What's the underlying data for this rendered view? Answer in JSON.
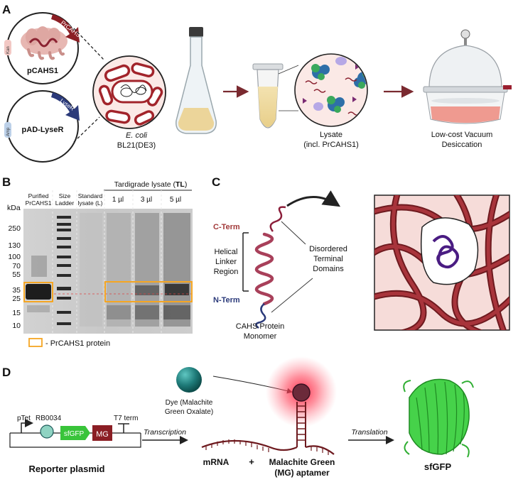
{
  "panels": {
    "a": {
      "letter": "A",
      "plasmid1": {
        "name": "pCAHS1",
        "gene": "PrCAHS1",
        "marker": "Kan"
      },
      "plasmid2": {
        "name": "pAD-LyseR",
        "gene": "LyseR",
        "marker": "Amp"
      },
      "ecoli": {
        "species": "E. coli",
        "strain": "BL21(DE3)"
      },
      "lysate": {
        "line1": "Lysate",
        "line2": "(incl. PrCAHS1)"
      },
      "desiccation": {
        "line1": "Low-cost Vacuum",
        "line2": "Desiccation"
      }
    },
    "b": {
      "letter": "B",
      "group_header_pre": "Tardigrade lysate (",
      "group_header_bold": "TL",
      "group_header_post": ")",
      "lanes": {
        "purified": {
          "line1": "Purified",
          "line2": "PrCAHS1"
        },
        "ladder": {
          "line1": "Size",
          "line2": "Ladder"
        },
        "standard": {
          "line1": "Standard",
          "line2": "lysate (L)"
        },
        "tl1": "1 µl",
        "tl3": "3 µl",
        "tl5": "5 µl"
      },
      "kda_label": "kDa",
      "markers": [
        "250",
        "130",
        "100",
        "70",
        "55",
        "35",
        "25",
        "15",
        "10"
      ],
      "legend": "-  PrCAHS1 protein"
    },
    "c": {
      "letter": "C",
      "c_term": "C-Term",
      "n_term": "N-Term",
      "helical": {
        "line1": "Helical",
        "line2": "Linker",
        "line3": "Region"
      },
      "disordered": {
        "line1": "Disordered",
        "line2": "Terminal",
        "line3": "Domains"
      },
      "monomer": {
        "line1": "CAHS Protein",
        "line2": "Monomer"
      }
    },
    "d": {
      "letter": "D",
      "ptet": "pTet",
      "rbs": "RB0034",
      "t7": "T7 term",
      "sfgfp_box": "sfGFP",
      "mg_box": "MG",
      "reporter": "Reporter plasmid",
      "transcription": "Transcription",
      "dye": {
        "line1": "Dye (Malachite",
        "line2": "Green Oxalate)"
      },
      "mrna": "mRNA",
      "plus": "+",
      "aptamer": {
        "line1": "Malachite Green",
        "line2": "(MG) aptamer"
      },
      "translation": "Translation",
      "product": "sfGFP"
    }
  },
  "colors": {
    "maroon": "#7a1f24",
    "arrow": "#7a2a30",
    "navy": "#2b3a7a",
    "teal": "#1e7a78",
    "green": "#39c43a",
    "gold": "#f5a623",
    "gel": "#c9c9c9"
  }
}
